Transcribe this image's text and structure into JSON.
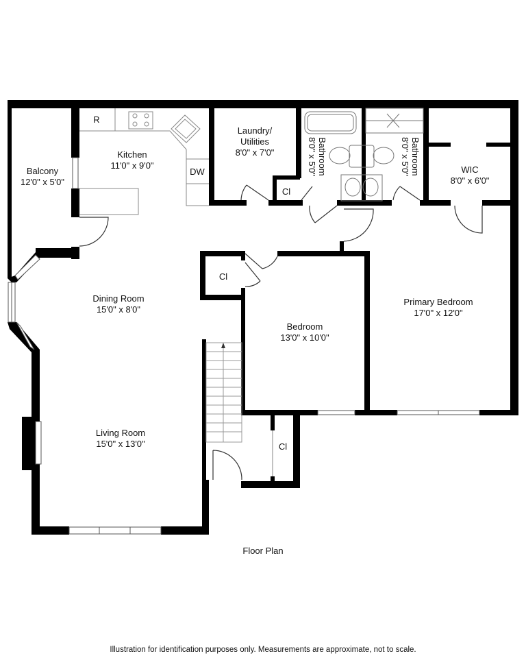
{
  "plan": {
    "caption": "Floor Plan",
    "disclaimer": "Illustration for identification purposes only. Measurements are approximate, not to scale."
  },
  "rooms": {
    "balcony": {
      "name": "Balcony",
      "size": "12'0\" x 5'0\""
    },
    "kitchen": {
      "name": "Kitchen",
      "size": "11'0\" x 9'0\""
    },
    "laundry": {
      "name": "Laundry/",
      "name2": "Utilities",
      "size": "8'0\" x 7'0\""
    },
    "bathroom1": {
      "name": "Bathroom",
      "size": "8'0\" x 5'0\""
    },
    "bathroom2": {
      "name": "Bathroom",
      "size": "8'0\" x 5'0\""
    },
    "wic": {
      "name": "WIC",
      "size": "8'0\" x 6'0\""
    },
    "dining": {
      "name": "Dining Room",
      "size": "15'0\" x 8'0\""
    },
    "living": {
      "name": "Living Room",
      "size": "15'0\" x 13'0\""
    },
    "bedroom": {
      "name": "Bedroom",
      "size": "13'0\" x 10'0\""
    },
    "primary": {
      "name": "Primary Bedroom",
      "size": "17'0\" x 12'0\""
    }
  },
  "fixtures": {
    "refrigerator": "R",
    "dishwasher": "DW",
    "closet1": "Cl",
    "closet2": "Cl",
    "closet3": "Cl"
  }
}
